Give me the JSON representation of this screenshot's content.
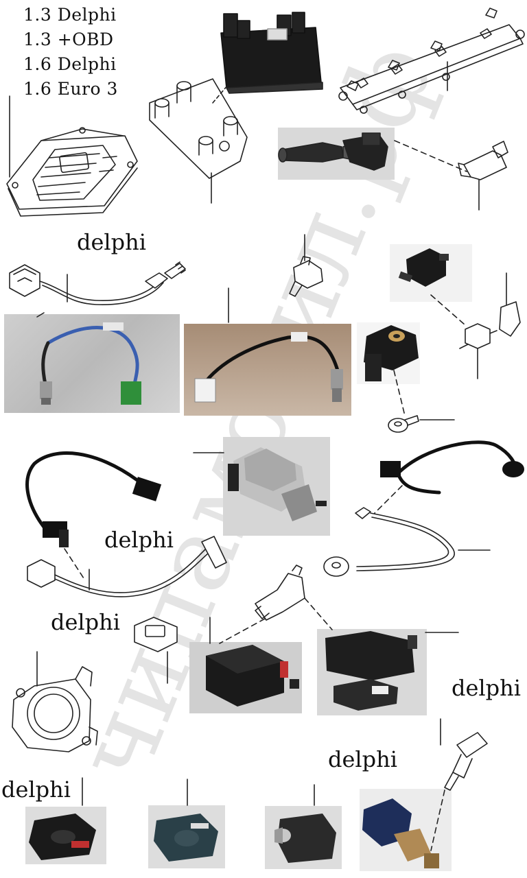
{
  "versions": [
    "1.3 Delphi",
    "1.3 +OBD",
    "1.6 Delphi",
    "1.6 Euro 3"
  ],
  "brand_labels": [
    "delphi",
    "delphi",
    "delphi",
    "delphi",
    "delphi",
    "delphi"
  ],
  "watermark": "чипамобил.рф",
  "colors": {
    "line": "#222222",
    "photo_gray": "#d8d8d8",
    "part_black": "#1a1a1a",
    "wire_blue": "#3a5fb0",
    "connector_green": "#2f8f3a",
    "watermark": "#d9d9d9"
  }
}
